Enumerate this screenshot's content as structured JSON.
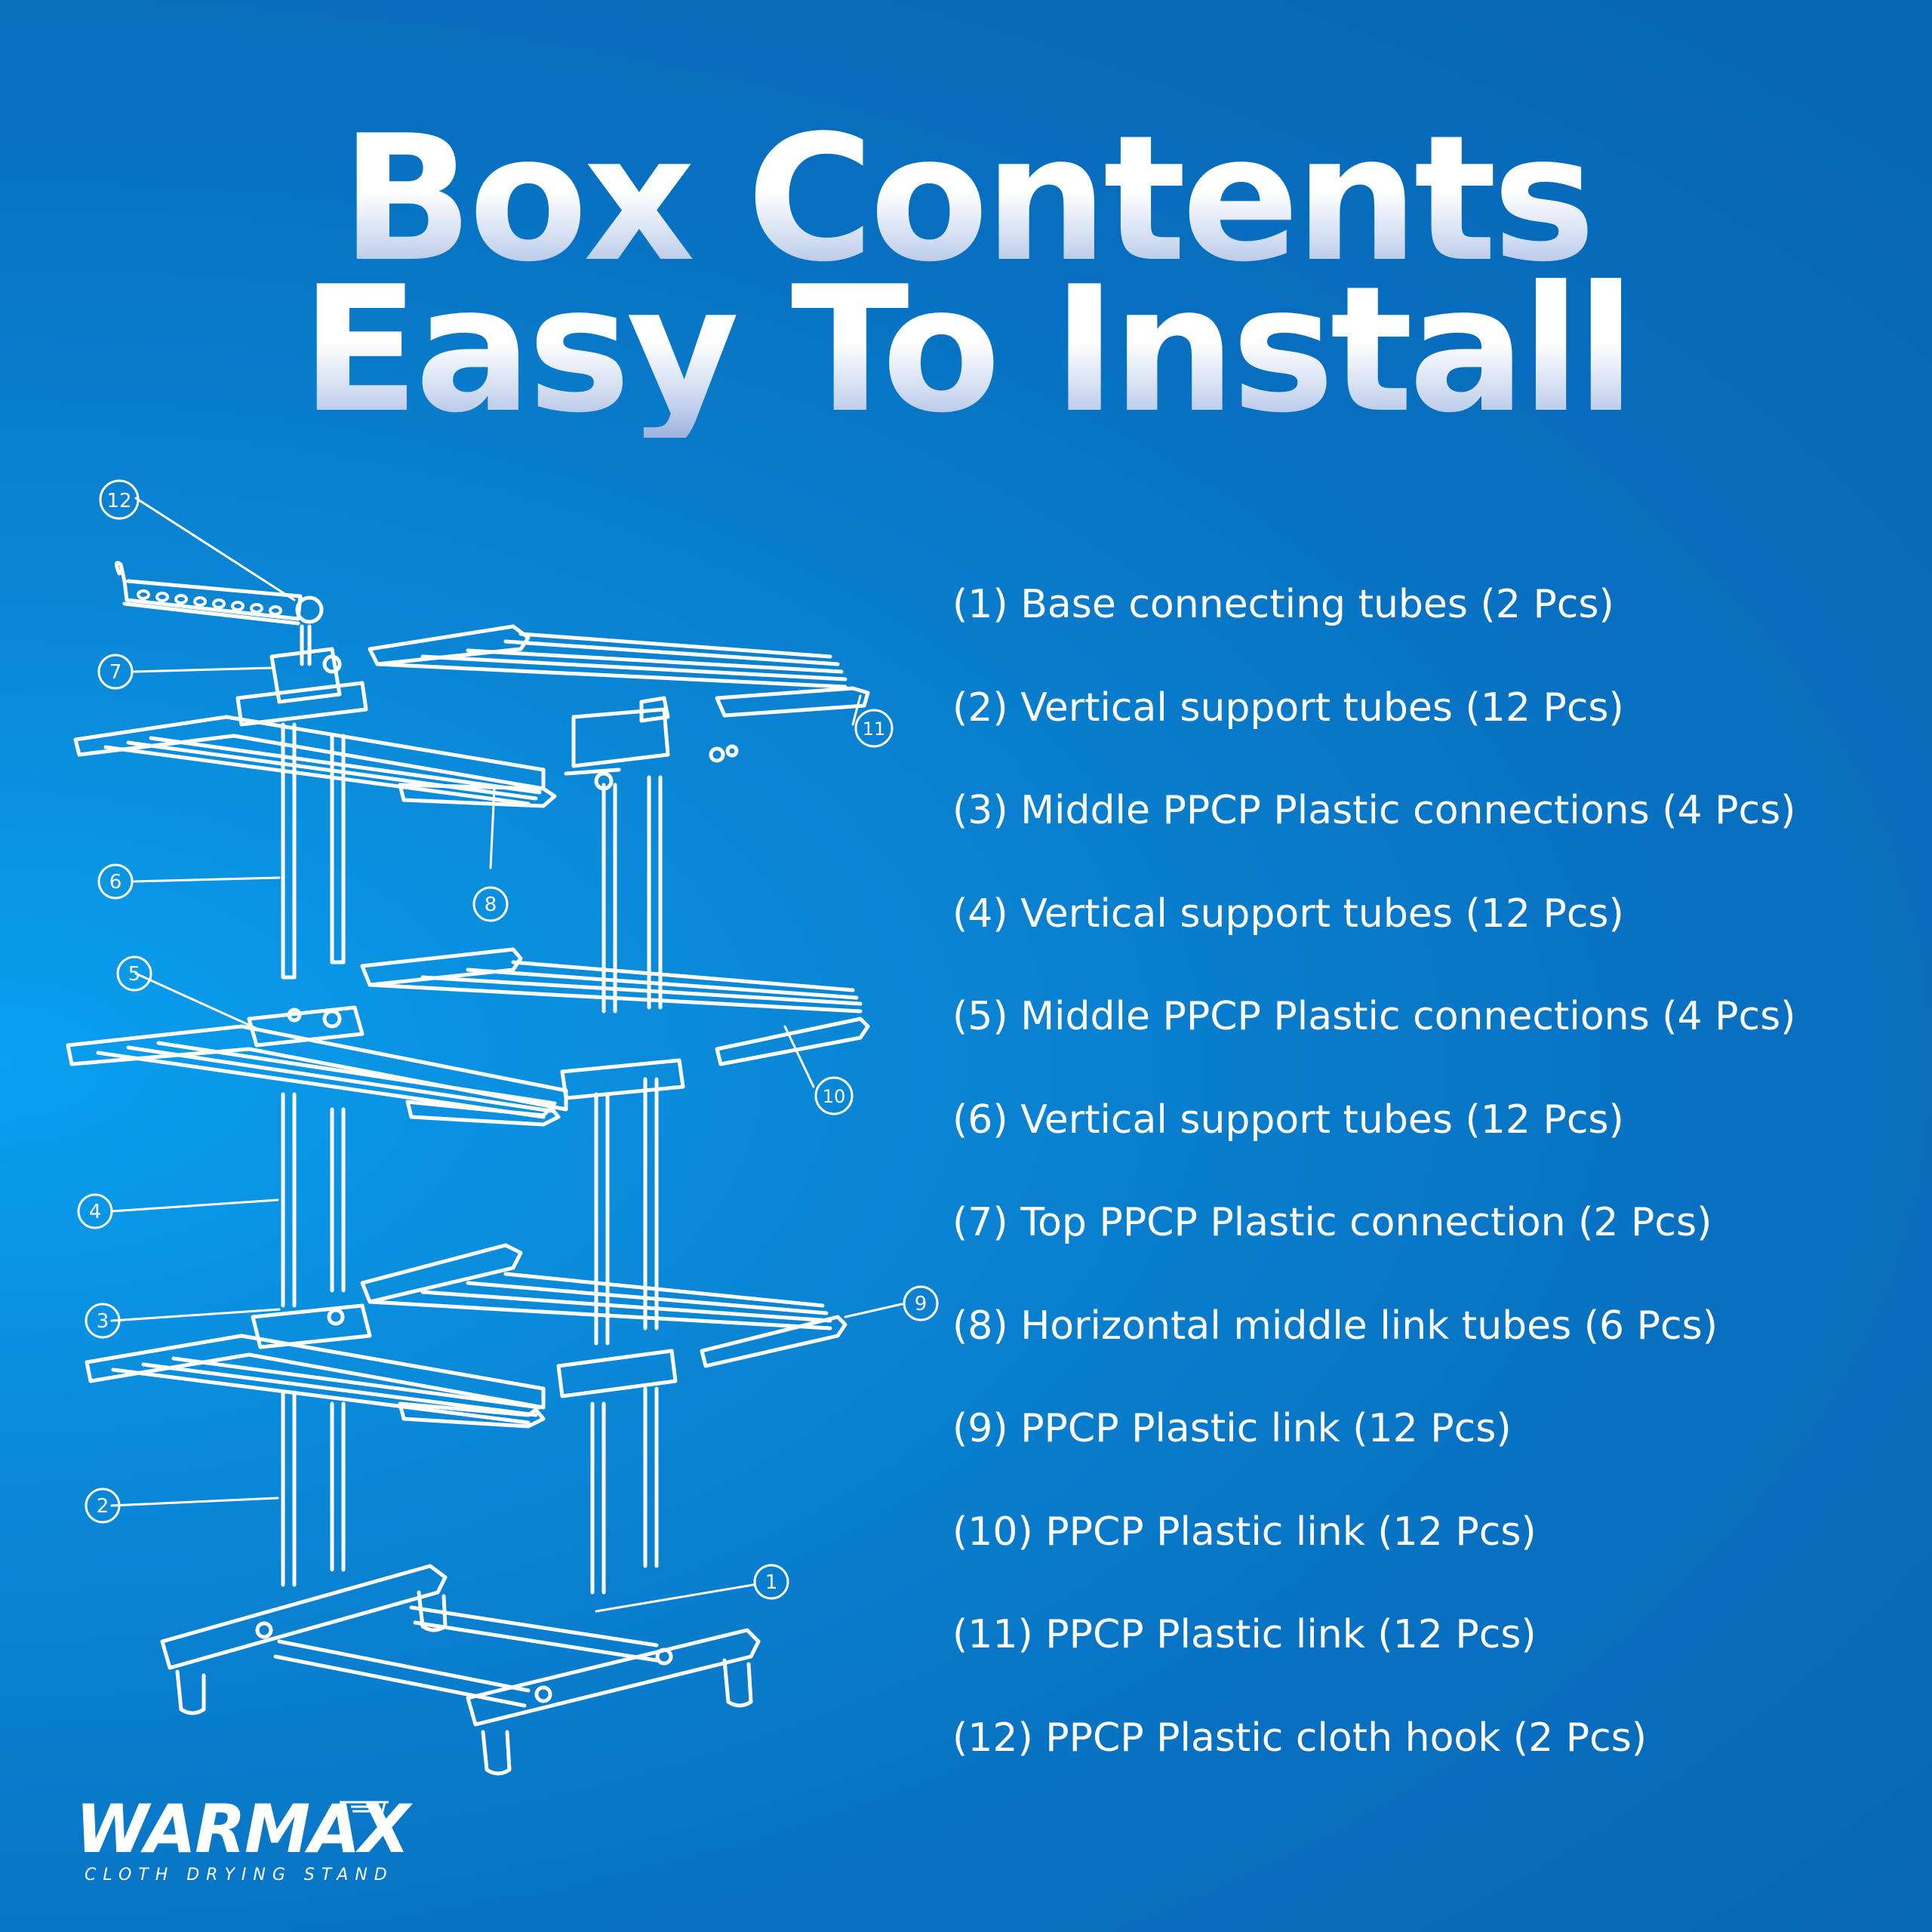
{
  "title": {
    "line1": "Box Contents",
    "line2": "Easy To Install"
  },
  "parts": [
    "(1) Base connecting tubes (2 Pcs)",
    "(2) Vertical support tubes (12 Pcs)",
    "(3) Middle PPCP Plastic connections (4 Pcs)",
    "(4) Vertical support tubes (12 Pcs)",
    "(5) Middle PPCP Plastic connections (4 Pcs)",
    "(6) Vertical support tubes (12 Pcs)",
    "(7) Top PPCP Plastic connection (2 Pcs)",
    "(8) Horizontal middle link tubes (6 Pcs)",
    "(9) PPCP Plastic link (12 Pcs)",
    "(10) PPCP Plastic link (12 Pcs)",
    "(11) PPCP Plastic link (12 Pcs)",
    "(12) PPCP Plastic cloth hook (2 Pcs)"
  ],
  "callouts": {
    "c1": "1",
    "c2": "2",
    "c3": "3",
    "c4": "4",
    "c5": "5",
    "c6": "6",
    "c7": "7",
    "c8": "8",
    "c9": "9",
    "c10": "10",
    "c11": "11",
    "c12": "12"
  },
  "brand": {
    "name": "WARMAX",
    "tagline": "CLOTH DRYING STAND"
  },
  "colors": {
    "background": "#0a87d6",
    "foreground": "#ffffff"
  }
}
